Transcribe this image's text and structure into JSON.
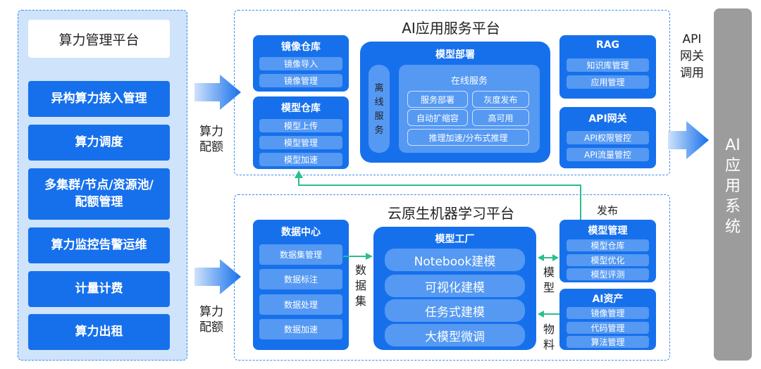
{
  "left_panel": {
    "title": "算力管理平台",
    "buttons": [
      "异构算力接入管理",
      "算力调度",
      "多集群/节点/资源池/配额管理",
      "算力监控告警运维",
      "计量计费",
      "算力出租"
    ]
  },
  "arrow_labels": {
    "quota_top": "算力配额",
    "quota_bottom": "算力配额",
    "api_gateway_call": "API网关调用",
    "publish": "发布",
    "dataset": "数据集",
    "model": "模型",
    "materials": "物料"
  },
  "ai_service": {
    "title": "AI应用服务平台",
    "image_repo": {
      "title": "镜像仓库",
      "items": [
        "镜像导入",
        "镜像管理"
      ]
    },
    "model_repo": {
      "title": "模型仓库",
      "items": [
        "模型上传",
        "模型管理",
        "模型加速"
      ]
    },
    "deploy": {
      "title": "模型部署",
      "offline": "离线服务",
      "online_title": "在线服务",
      "online_items": [
        "服务部署",
        "灰度发布",
        "自动扩缩容",
        "高可用",
        "推理加速/分布式推理"
      ]
    },
    "rag": {
      "title": "RAG",
      "items": [
        "知识库管理",
        "应用管理"
      ]
    },
    "gateway": {
      "title": "API网关",
      "items": [
        "API权限管控",
        "API流量管控"
      ]
    }
  },
  "ml_platform": {
    "title": "云原生机器学习平台",
    "data_center": {
      "title": "数据中心",
      "items": [
        "数据集管理",
        "数据标注",
        "数据处理",
        "数据加速"
      ]
    },
    "factory": {
      "title": "模型工厂",
      "items": [
        "Notebook建模",
        "可视化建模",
        "任务式建模",
        "大模型微调"
      ]
    },
    "model_mgmt": {
      "title": "模型管理",
      "items": [
        "模型仓库",
        "模型优化",
        "模型评测"
      ]
    },
    "ai_assets": {
      "title": "AI资产",
      "items": [
        "镜像管理",
        "代码管理",
        "算法管理"
      ]
    }
  },
  "right_system": {
    "label": "AI应用系统"
  },
  "colors": {
    "primary": "#1670ec",
    "light": "#5599f3",
    "panel": "#cfe3fb",
    "connector": "#2bbf8a",
    "system": "#9c9c9c"
  }
}
